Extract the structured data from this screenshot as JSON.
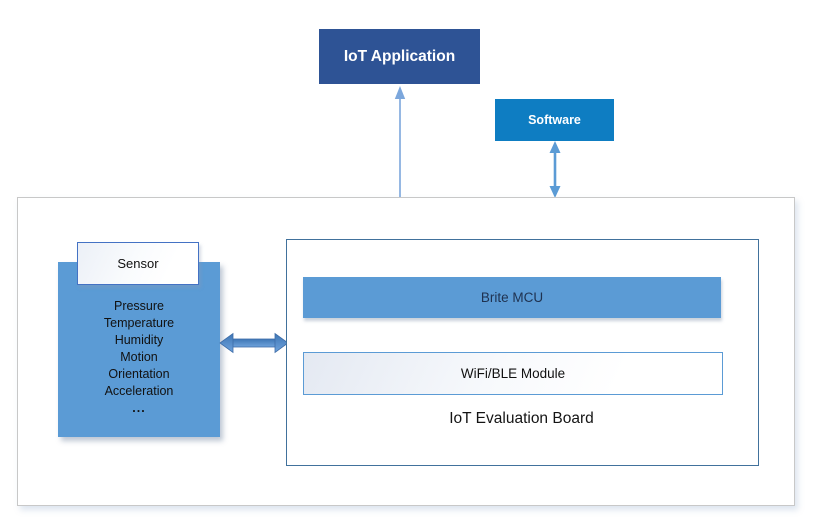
{
  "nodes": {
    "iot_application": {
      "label": "IoT Application"
    },
    "software": {
      "label": "Software"
    },
    "sensor": {
      "label": "Sensor",
      "items": [
        "Pressure",
        "Temperature",
        "Humidity",
        "Motion",
        "Orientation",
        "Acceleration",
        "..."
      ]
    },
    "brite_mcu": {
      "label": "Brite MCU"
    },
    "wifi_ble": {
      "label": "WiFi/BLE Module"
    },
    "evaluation_board": {
      "label": "IoT Evaluation Board"
    }
  },
  "connectors": [
    {
      "icon": "arrow-up-icon",
      "from": "system-boundary",
      "to": "iot-application"
    },
    {
      "icon": "double-arrow-vertical-icon",
      "from": "software",
      "to": "system-boundary"
    },
    {
      "icon": "double-arrow-horizontal-icon",
      "from": "sensor",
      "to": "evaluation-board"
    }
  ],
  "colors": {
    "iot_application_bg": "#2E5395",
    "software_bg": "#0E7DC2",
    "accent_blue": "#5B9BD5",
    "connector_light_blue": "#7CA7DC",
    "thick_arrow_blue": "#4A82C4",
    "board_border": "#41719C",
    "sensor_label_border": "#4472C4",
    "outer_border": "#C8C8C8",
    "brite_text": "#1F3250"
  }
}
